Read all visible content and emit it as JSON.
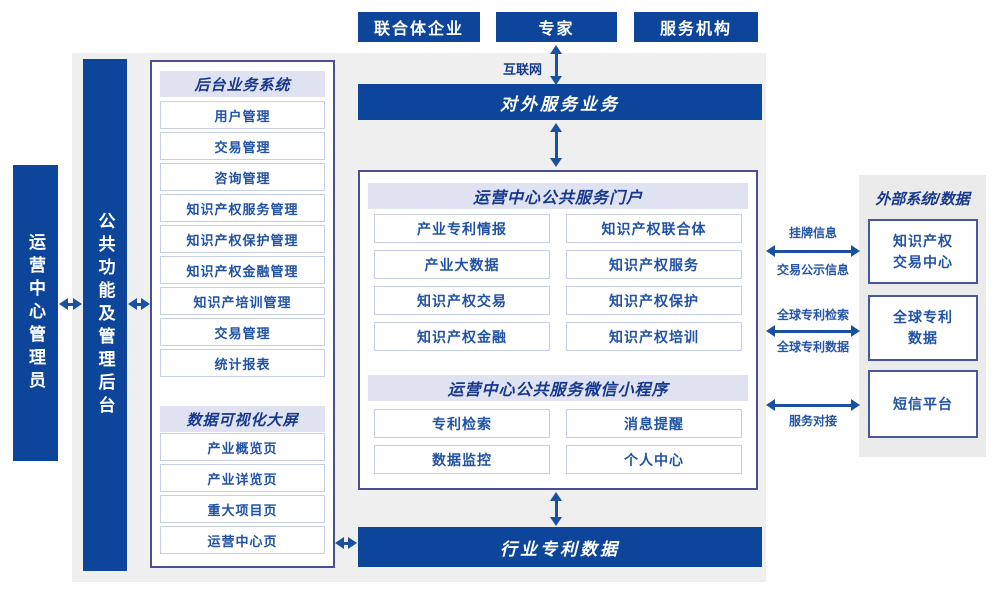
{
  "colors": {
    "primary_blue": "#0d459a",
    "arrow_blue": "#1b4fa0",
    "outline_navy": "#4b4f92",
    "header_strip": "#dfe2f1",
    "header_text": "#17388c",
    "item_text": "#2152a5",
    "item_border": "#c7cfe6",
    "panel_gray": "#efefef"
  },
  "top_actors": [
    "联合体企业",
    "专家",
    "服务机构"
  ],
  "internet": {
    "label": "互联网"
  },
  "bars": {
    "external_service": "对外服务业务",
    "industry_patent_data": "行业专利数据"
  },
  "left_rails": {
    "admin": "运营中心管理员",
    "backend": "公共功能及管理后台"
  },
  "backend_system": {
    "title": "后台业务系统",
    "items": [
      "用户管理",
      "交易管理",
      "咨询管理",
      "知识产权服务管理",
      "知识产权保护管理",
      "知识产权金融管理",
      "知识产培训管理",
      "交易管理",
      "统计报表"
    ]
  },
  "data_viz": {
    "title": "数据可视化大屏",
    "items": [
      "产业概览页",
      "产业详览页",
      "重大项目页",
      "运营中心页"
    ]
  },
  "portal": {
    "title": "运营中心公共服务门户",
    "items": [
      "产业专利情报",
      "知识产权联合体",
      "产业大数据",
      "知识产权服务",
      "知识产权交易",
      "知识产权保护",
      "知识产权金融",
      "知识产权培训"
    ]
  },
  "miniprogram": {
    "title": "运营中心公共服务微信小程序",
    "items": [
      "专利检索",
      "消息提醒",
      "数据监控",
      "个人中心"
    ]
  },
  "external": {
    "title": "外部系统/数据",
    "boxes": [
      [
        "知识产权",
        "交易中心"
      ],
      [
        "全球专利",
        "数据"
      ],
      [
        "短信平台"
      ]
    ]
  },
  "link_labels": {
    "l1_top": "挂牌信息",
    "l1_bottom": "交易公示信息",
    "l2_top": "全球专利检索",
    "l2_bottom": "全球专利数据",
    "l3_bottom": "服务对接"
  }
}
